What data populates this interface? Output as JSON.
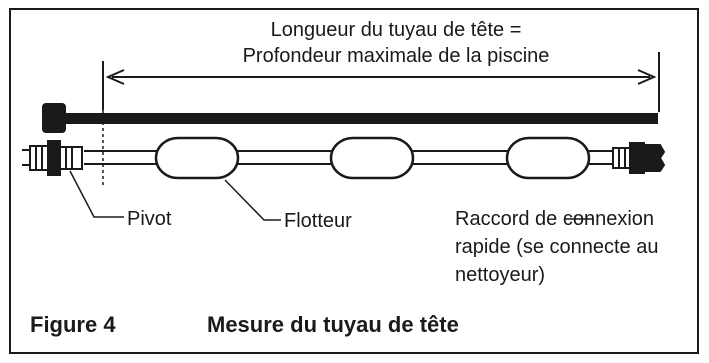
{
  "dimension": {
    "line1": "Longueur du tuyau de tête =",
    "line2": "Profondeur maximale de la piscine"
  },
  "labels": {
    "pivot": "Pivot",
    "float": "Flotteur",
    "connector_line1": "Raccord de  connexion",
    "connector_line2": "rapide (se connecte au",
    "connector_line3": "nettoyeur)"
  },
  "caption": {
    "number": "Figure 4",
    "title": "Mesure du tuyau de tête"
  }
}
